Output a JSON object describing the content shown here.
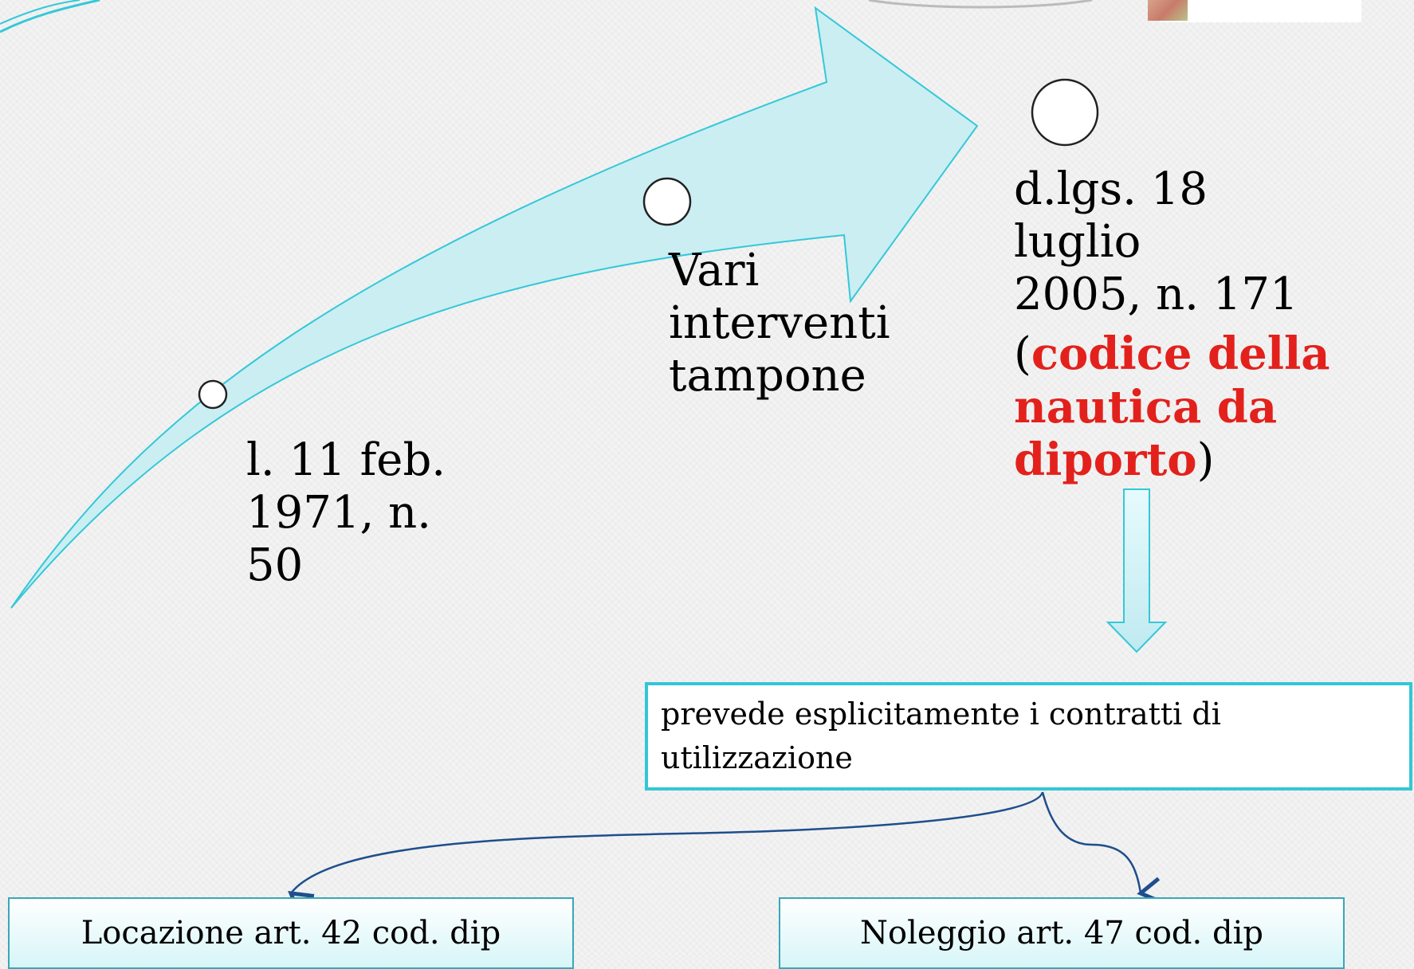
{
  "timeline": {
    "items": [
      {
        "label": "l. 11 feb. 1971, n. 50"
      },
      {
        "label": "Vari interventi tampone"
      },
      {
        "label_line1": "d.lgs. 18 luglio",
        "label_line2": "2005, n. 171",
        "paren_open": "(",
        "highlight_line1": "codice della",
        "highlight_line2": "nautica da",
        "highlight_line3": "diporto",
        "paren_close": ")"
      }
    ]
  },
  "provision": {
    "line1": "prevede esplicitamente i contratti di",
    "line2": "utilizzazione"
  },
  "contracts": [
    {
      "label": "Locazione art. 42 cod. dip"
    },
    {
      "label": "Noleggio art. 47 cod. dip"
    }
  ],
  "colors": {
    "arrow_fill": "#cbeef2",
    "arrow_stroke": "#34c8d8",
    "highlight": "#e3211c",
    "box_border": "#33c7d6",
    "connector": "#1f4e8c"
  }
}
